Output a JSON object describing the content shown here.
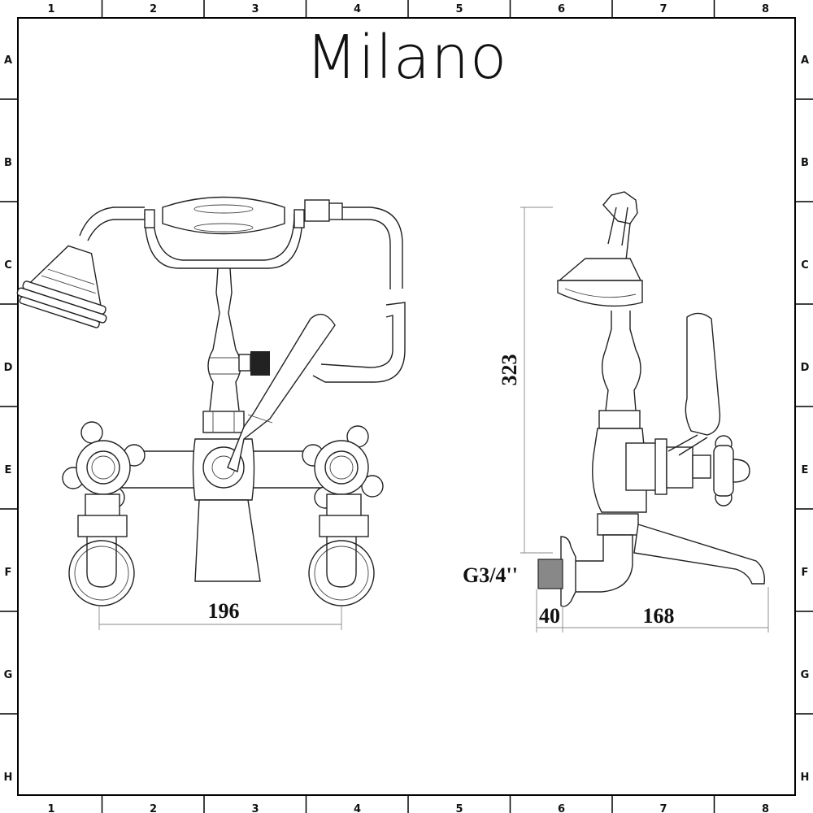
{
  "brand": {
    "logo_text": "Milano"
  },
  "grid": {
    "columns": [
      "1",
      "2",
      "3",
      "4",
      "5",
      "6",
      "7",
      "8"
    ],
    "rows": [
      "A",
      "B",
      "C",
      "D",
      "E",
      "F",
      "G",
      "H"
    ]
  },
  "dimensions": {
    "front_width": "196",
    "side_height": "323",
    "thread_size": "G3/4''",
    "wall_projection": "40",
    "spout_reach": "168"
  },
  "colors": {
    "line": "#222222",
    "dimension_line": "#888888",
    "background": "#ffffff"
  }
}
